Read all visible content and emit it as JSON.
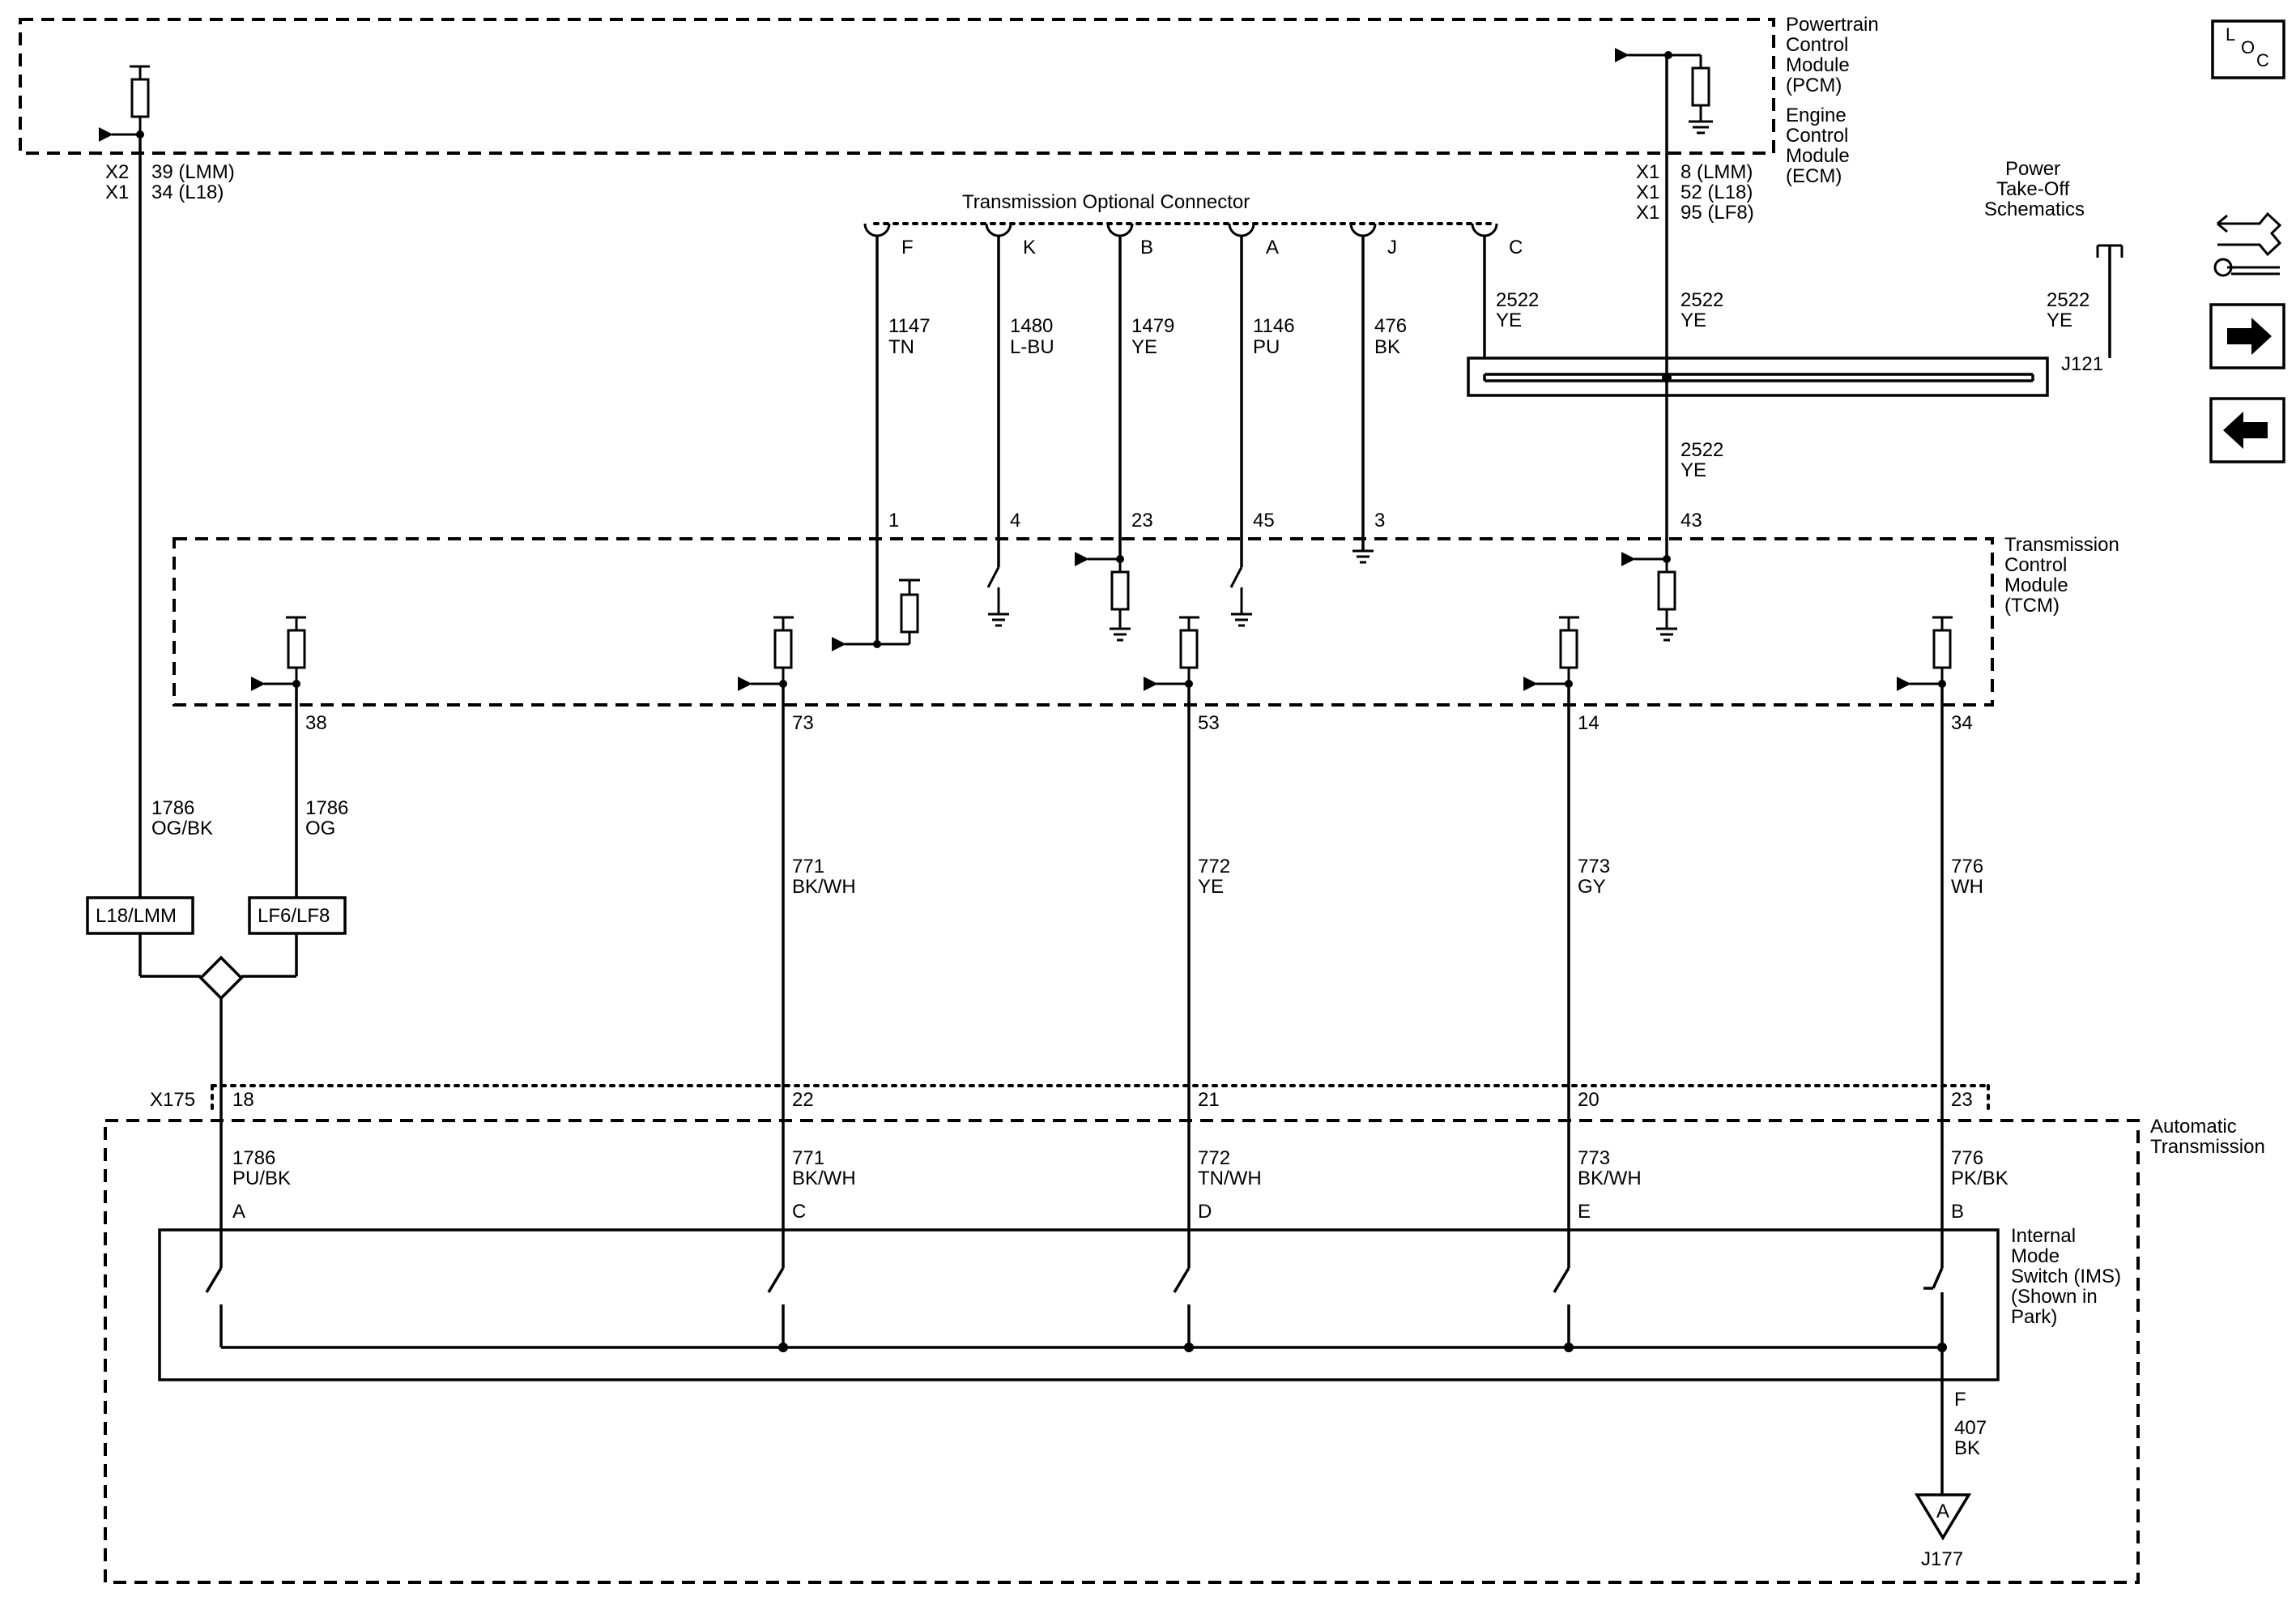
{
  "modules": {
    "pcm_name": [
      "Powertrain",
      "Control",
      "Module",
      "(PCM)"
    ],
    "ecm_name": [
      "Engine",
      "Control",
      "Module",
      "(ECM)"
    ],
    "tcm_name": [
      "Transmission",
      "Control",
      "Module",
      "(TCM)"
    ],
    "trans_name": [
      "Automatic",
      "Transmission"
    ],
    "ims_name": [
      "Internal",
      "Mode",
      "Switch (IMS)",
      "(Shown in",
      "Park)"
    ],
    "pto_name": [
      "Power",
      "Take-Off",
      "Schematics"
    ]
  },
  "connectors": {
    "optional_connector": "Transmission Optional Connector",
    "x175": "X175",
    "j121": "J121",
    "j177": "J177",
    "j177_letter": "A",
    "splice_left_a": "L18/LMM",
    "splice_left_b": "LF6/LF8"
  },
  "pcm_left_pins": [
    "X2",
    "39 (LMM)",
    "X1",
    "34 (L18)"
  ],
  "pcm_right_pins": [
    "X1",
    "8 (LMM)",
    "X1",
    "52 (L18)",
    "X1",
    "95 (LF8)"
  ],
  "optional_pins": [
    "F",
    "K",
    "B",
    "A",
    "J",
    "C"
  ],
  "optional_wires": [
    {
      "circuit": "1147",
      "color": "TN",
      "tcm_pin": "1"
    },
    {
      "circuit": "1480",
      "color": "L-BU",
      "tcm_pin": "4"
    },
    {
      "circuit": "1479",
      "color": "YE",
      "tcm_pin": "23"
    },
    {
      "circuit": "1146",
      "color": "PU",
      "tcm_pin": "45"
    },
    {
      "circuit": "476",
      "color": "BK",
      "tcm_pin": "3"
    }
  ],
  "wire_2522": {
    "c_circuit": "2522",
    "c_color": "YE",
    "ecm_circuit": "2522",
    "ecm_color": "YE",
    "pto_circuit": "2522",
    "pto_color": "YE",
    "down_circuit": "2522",
    "down_color": "YE",
    "tcm_pin": "43"
  },
  "tcm_outputs": [
    {
      "tcm_pin": "38",
      "circuit": "1786",
      "color": "OG"
    },
    {
      "tcm_pin": "73",
      "circuit": "771",
      "color": "BK/WH"
    },
    {
      "tcm_pin": "53",
      "circuit": "772",
      "color": "YE"
    },
    {
      "tcm_pin": "14",
      "circuit": "773",
      "color": "GY"
    },
    {
      "tcm_pin": "34",
      "circuit": "776",
      "color": "WH"
    }
  ],
  "pcm_wire": {
    "circuit": "1786",
    "color": "OG/BK"
  },
  "x175_pins": [
    "18",
    "22",
    "21",
    "20",
    "23"
  ],
  "ims_wires": [
    {
      "circuit": "1786",
      "color": "PU/BK",
      "pin": "A"
    },
    {
      "circuit": "771",
      "color": "BK/WH",
      "pin": "C"
    },
    {
      "circuit": "772",
      "color": "TN/WH",
      "pin": "D"
    },
    {
      "circuit": "773",
      "color": "BK/WH",
      "pin": "E"
    },
    {
      "circuit": "776",
      "color": "PK/BK",
      "pin": "B"
    }
  ],
  "ground_wire": {
    "pin": "F",
    "circuit": "407",
    "color": "BK"
  },
  "loc_icon": {
    "letters": [
      "L",
      "O",
      "C"
    ]
  },
  "nav_icons": [
    "connector-tool-icon",
    "next-arrow-icon",
    "previous-arrow-icon"
  ]
}
